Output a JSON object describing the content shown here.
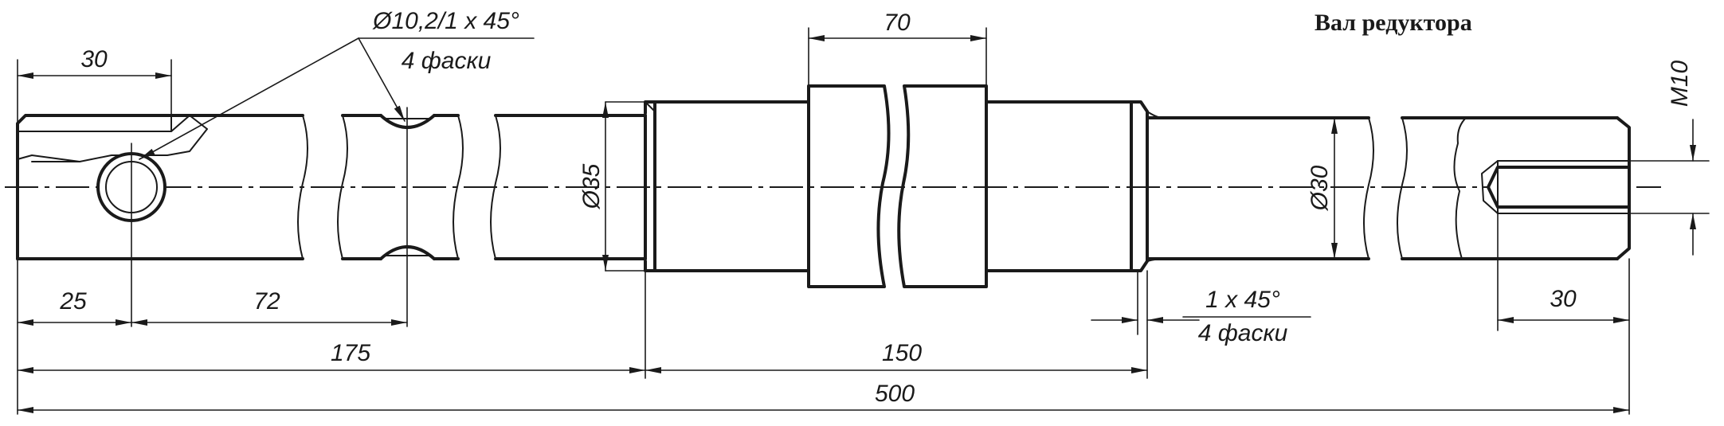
{
  "title": "Вал редуктора",
  "dimensions": {
    "d_30_top": "30",
    "d_70": "70",
    "d_25": "25",
    "d_72": "72",
    "d_175": "175",
    "d_150": "150",
    "d_500": "500",
    "d_30_right": "30",
    "dia_35": "Ø35",
    "dia_30": "Ø30",
    "thread": "M10"
  },
  "notes": {
    "hole_spec": "Ø10,2/1 x 45°",
    "hole_chamfers": "4 фаски",
    "shaft_chamfer": "1 x 45°",
    "shaft_chamfers": "4 фаски"
  },
  "colors": {
    "ink": "#1a1a1a",
    "paper": "#ffffff"
  }
}
